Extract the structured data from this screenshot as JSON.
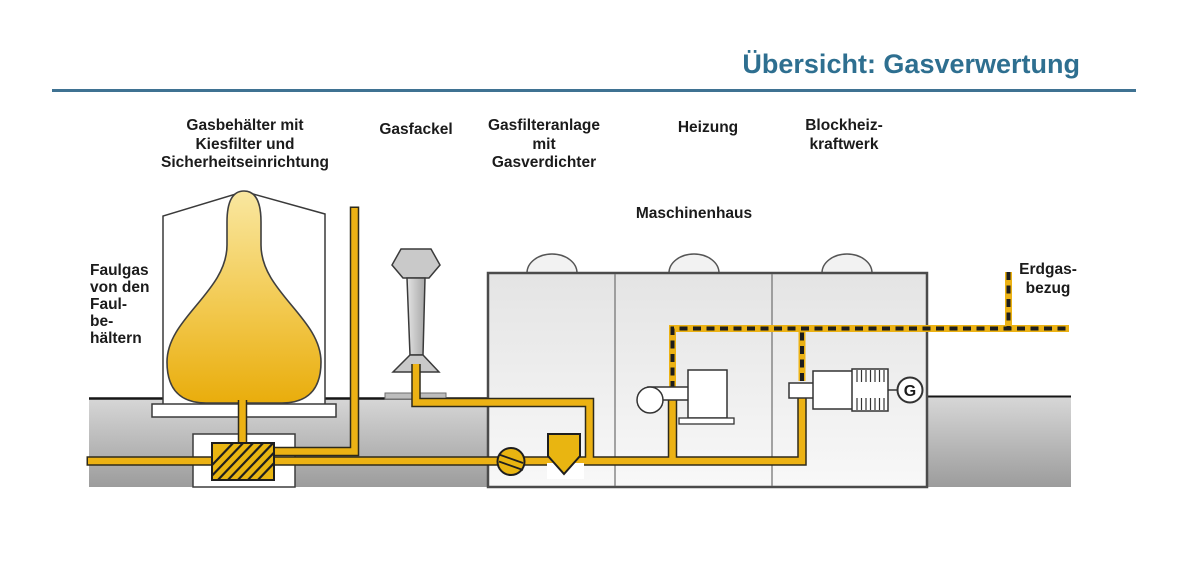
{
  "header": {
    "title": "Übersicht: Gasverwertung"
  },
  "diagram": {
    "labels": {
      "gasbehaelter": "Gasbehälter mit\nKiesfilter und\nSicherheitseinrichtung",
      "gasfackel": "Gasfackel",
      "gasfilteranlage": "Gasfilteranlage\nmit\nGasverdichter",
      "heizung": "Heizung",
      "blockheizkraftwerk": "Blockheiz-\nkraftwerk",
      "maschinenhaus": "Maschinenhaus",
      "faulgas": "Faulgas\nvon den\nFaul-\nbe-\nhältern",
      "erdgas": "Erdgas-\nbezug"
    },
    "generator_symbol": "G",
    "colors": {
      "accent_title": "#2e6f90",
      "rule": "#3f7292",
      "pipe_yellow": "#ecb214",
      "pipe_outline": "#2e2a1a",
      "dash_black": "#1d1d1d",
      "ground_light": "#d6d6d6",
      "ground_dark": "#9d9d9d",
      "equipment_gray": "#c9c9c9"
    }
  }
}
